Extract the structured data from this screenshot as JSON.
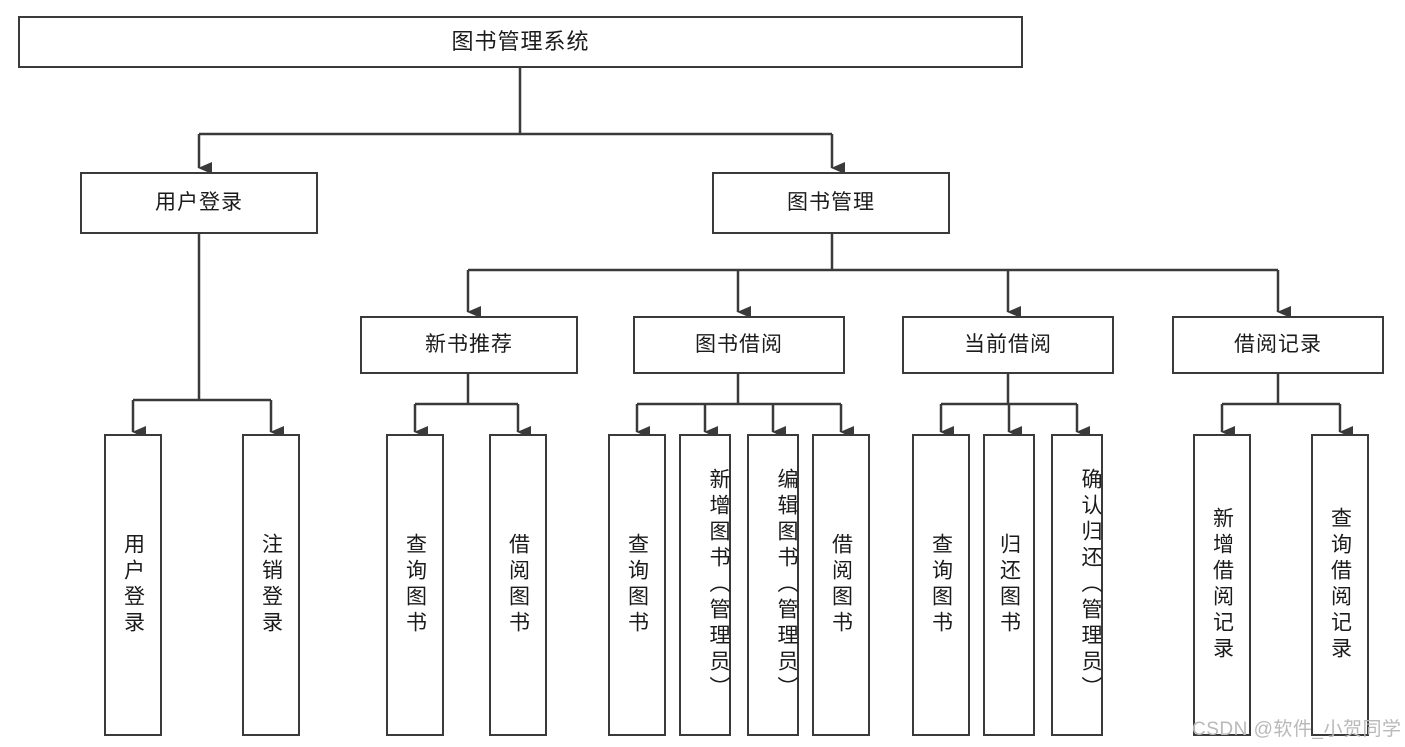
{
  "diagram": {
    "title": "图书管理系统",
    "type": "tree-hierarchy",
    "watermark": "CSDN @软件_小贺同学",
    "colors": {
      "background": "#ffffff",
      "box_border": "#3a3a3a",
      "box_fill": "#ffffff",
      "connector": "#3a3a3a",
      "text": "#1b1b1b",
      "watermark": "#b9b9b9"
    },
    "nodes": {
      "root": {
        "label": "图书管理系统"
      },
      "level2": [
        {
          "id": "user-login",
          "label": "用户登录"
        },
        {
          "id": "book-management",
          "label": "图书管理"
        }
      ],
      "level3": [
        {
          "id": "new-book-recommend",
          "label": "新书推荐"
        },
        {
          "id": "book-borrow",
          "label": "图书借阅"
        },
        {
          "id": "current-borrow",
          "label": "当前借阅"
        },
        {
          "id": "borrow-record",
          "label": "借阅记录"
        }
      ],
      "leaves": {
        "user-login": [
          {
            "id": "leaf-user-login",
            "label": "用户登录"
          },
          {
            "id": "leaf-user-logout",
            "label": "注销登录"
          }
        ],
        "new-book-recommend": [
          {
            "id": "leaf-query-book-1",
            "label": "查询图书"
          },
          {
            "id": "leaf-borrow-book-1",
            "label": "借阅图书"
          }
        ],
        "book-borrow": [
          {
            "id": "leaf-query-book-2",
            "label": "查询图书"
          },
          {
            "id": "leaf-add-book",
            "label": "新增图书（管理员）"
          },
          {
            "id": "leaf-edit-book",
            "label": "编辑图书（管理员）"
          },
          {
            "id": "leaf-borrow-book-2",
            "label": "借阅图书"
          }
        ],
        "current-borrow": [
          {
            "id": "leaf-query-book-3",
            "label": "查询图书"
          },
          {
            "id": "leaf-return-book",
            "label": "归还图书"
          },
          {
            "id": "leaf-confirm-return",
            "label": "确认归还（管理员）"
          }
        ],
        "borrow-record": [
          {
            "id": "leaf-add-record",
            "label": "新增借阅记录"
          },
          {
            "id": "leaf-query-record",
            "label": "查询借阅记录"
          }
        ]
      }
    }
  }
}
